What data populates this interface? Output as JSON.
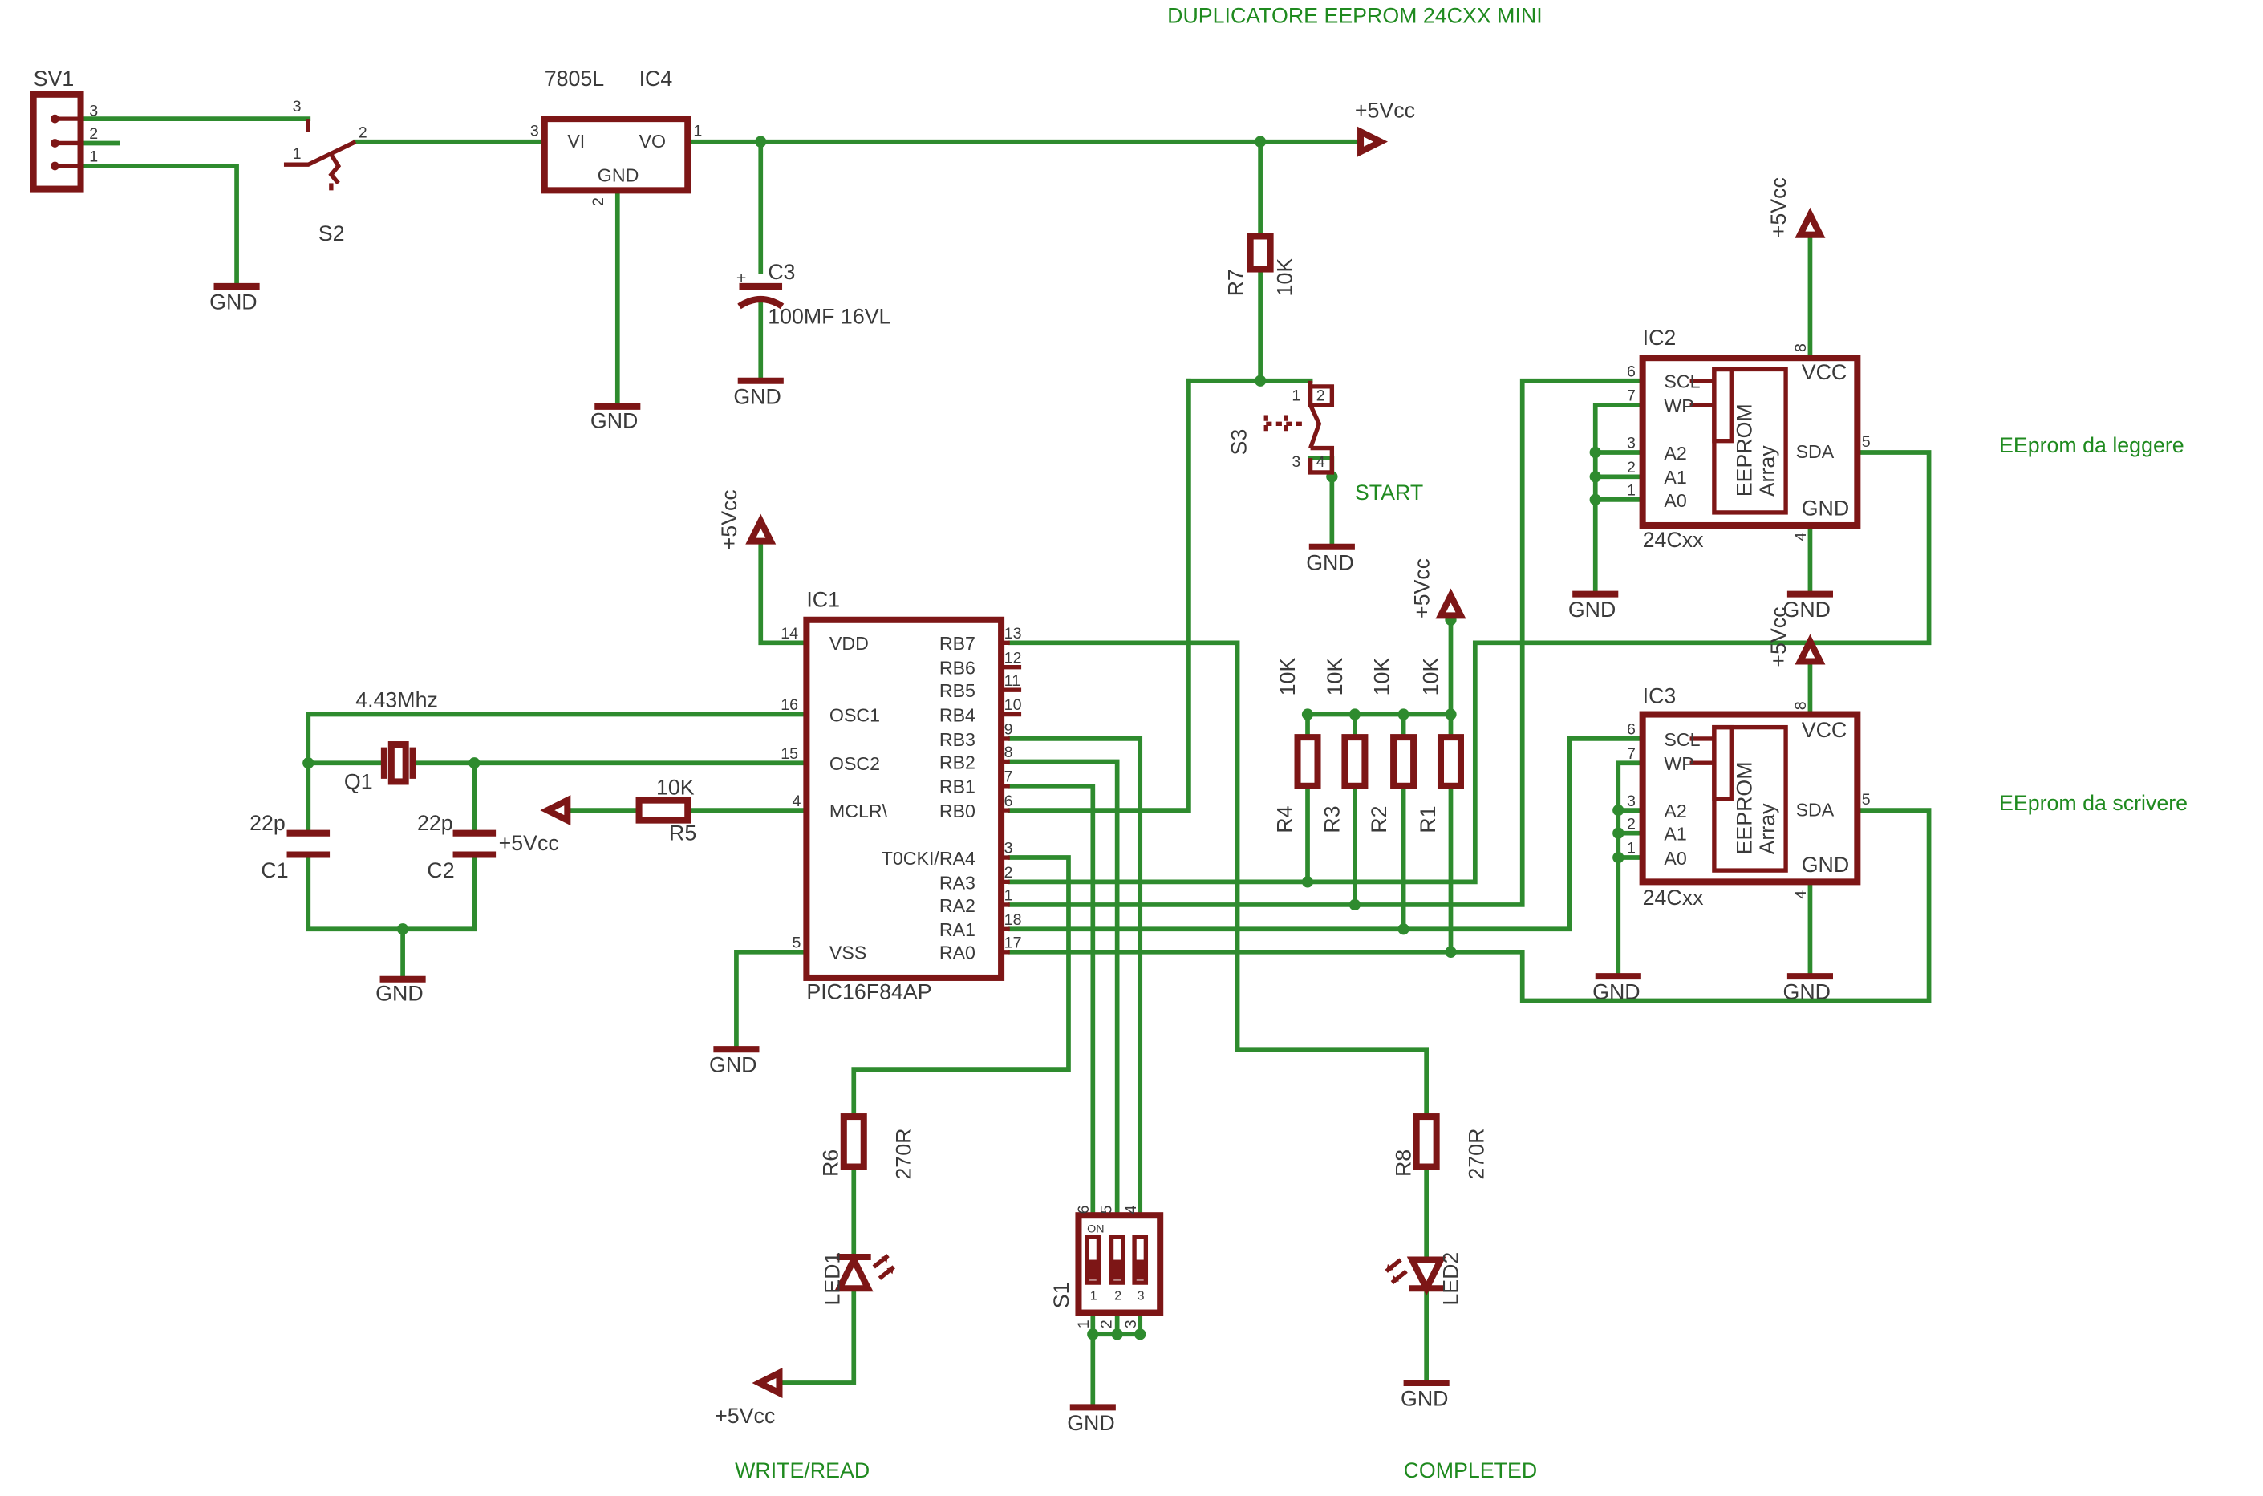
{
  "title": "DUPLICATORE EEPROM 24CXX   MINI",
  "colors": {
    "wire": "#2e8b2e",
    "symbol": "#7d1616",
    "text": "#3a3a3a",
    "annotation": "#1f8a1f",
    "background": "#ffffff"
  },
  "components": {
    "sv1": {
      "name": "SV1",
      "pins": [
        "3",
        "2",
        "1"
      ]
    },
    "s2": {
      "name": "S2",
      "pin3": "3",
      "pin1": "1",
      "pin2": "2"
    },
    "ic4": {
      "name": "IC4",
      "value": "7805L",
      "vi": "VI",
      "vo": "VO",
      "gnd": "GND",
      "pin_vi": "3",
      "pin_vo": "1",
      "pin_gnd": "2"
    },
    "c3": {
      "name": "C3",
      "value": "100MF 16VL",
      "plus": "+"
    },
    "r7": {
      "name": "R7",
      "value": "10K"
    },
    "s3": {
      "name": "S3",
      "pin1": "1",
      "pin2": "2",
      "pin3": "3",
      "pin4": "4"
    },
    "ic1": {
      "name": "IC1",
      "part": "PIC16F84AP",
      "left": [
        {
          "pin": "14",
          "label": "VDD"
        },
        {
          "pin": "16",
          "label": "OSC1"
        },
        {
          "pin": "15",
          "label": "OSC2"
        },
        {
          "pin": "4",
          "label": "MCLR\\"
        },
        {
          "pin": "5",
          "label": "VSS"
        }
      ],
      "right": [
        {
          "pin": "13",
          "label": "RB7"
        },
        {
          "pin": "12",
          "label": "RB6"
        },
        {
          "pin": "11",
          "label": "RB5"
        },
        {
          "pin": "10",
          "label": "RB4"
        },
        {
          "pin": "9",
          "label": "RB3"
        },
        {
          "pin": "8",
          "label": "RB2"
        },
        {
          "pin": "7",
          "label": "RB1"
        },
        {
          "pin": "6",
          "label": "RB0"
        },
        {
          "pin": "3",
          "label": "T0CKI/RA4"
        },
        {
          "pin": "2",
          "label": "RA3"
        },
        {
          "pin": "1",
          "label": "RA2"
        },
        {
          "pin": "18",
          "label": "RA1"
        },
        {
          "pin": "17",
          "label": "RA0"
        }
      ]
    },
    "q1": {
      "name": "Q1",
      "value": "4.43Mhz"
    },
    "c1": {
      "name": "C1",
      "value": "22p"
    },
    "c2": {
      "name": "C2",
      "value": "22p"
    },
    "r5": {
      "name": "R5",
      "value": "10K"
    },
    "pullups": [
      {
        "name": "R4",
        "value": "10K"
      },
      {
        "name": "R3",
        "value": "10K"
      },
      {
        "name": "R2",
        "value": "10K"
      },
      {
        "name": "R1",
        "value": "10K"
      }
    ],
    "eeproms": [
      {
        "name": "IC2",
        "part": "24Cxx",
        "vcc": "VCC",
        "gnd": "GND",
        "sda": "SDA",
        "array": [
          "EEPROM",
          "Array"
        ],
        "left": [
          {
            "pin": "6",
            "label": "SCL"
          },
          {
            "pin": "7",
            "label": "WP"
          },
          {
            "pin": "3",
            "label": "A2"
          },
          {
            "pin": "2",
            "label": "A1"
          },
          {
            "pin": "1",
            "label": "A0"
          }
        ],
        "pin_vcc": "8",
        "pin_gnd": "4",
        "pin_sda": "5"
      },
      {
        "name": "IC3",
        "part": "24Cxx",
        "vcc": "VCC",
        "gnd": "GND",
        "sda": "SDA",
        "array": [
          "EEPROM",
          "Array"
        ],
        "left": [
          {
            "pin": "6",
            "label": "SCL"
          },
          {
            "pin": "7",
            "label": "WP"
          },
          {
            "pin": "3",
            "label": "A2"
          },
          {
            "pin": "2",
            "label": "A1"
          },
          {
            "pin": "1",
            "label": "A0"
          }
        ],
        "pin_vcc": "8",
        "pin_gnd": "4",
        "pin_sda": "5"
      }
    ],
    "r6": {
      "name": "R6",
      "value": "270R"
    },
    "led1": {
      "name": "LED1"
    },
    "r8": {
      "name": "R8",
      "value": "270R"
    },
    "led2": {
      "name": "LED2"
    },
    "s1": {
      "name": "S1",
      "on": "ON",
      "top_pins": [
        "6",
        "5",
        "4"
      ],
      "bottom_pins": [
        "1",
        "2",
        "3"
      ],
      "switch_numbers": [
        "1",
        "2",
        "3"
      ]
    }
  },
  "net_labels": {
    "gnd": "GND",
    "vcc": "+5Vcc"
  },
  "annotations": {
    "eeprom_read": "EEprom da leggere",
    "eeprom_write": "EEprom da scrivere",
    "start": "START",
    "write_read": "WRITE/READ",
    "completed": "COMPLETED"
  }
}
